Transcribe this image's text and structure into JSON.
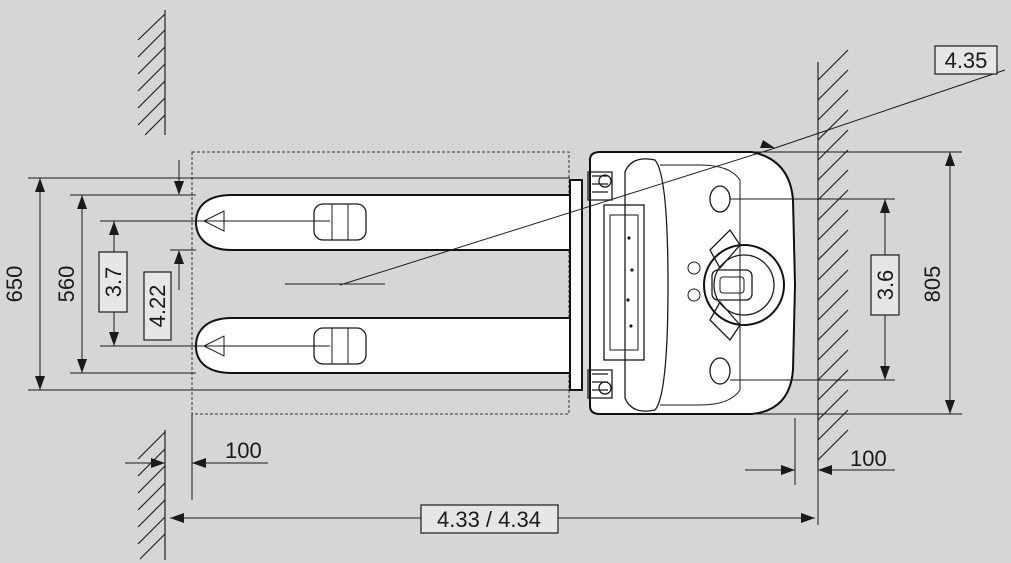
{
  "dimensions": {
    "overall_length": "4.33 / 4.34",
    "clearance_right": "100",
    "clearance_left": "100",
    "fork_outer_width": "650",
    "fork_inner_width": "560",
    "fork_spread_ref": "3.7",
    "fork_width_ref": "4.22",
    "chassis_ref": "3.6",
    "chassis_width": "805",
    "turning_radius_ref": "4.35"
  }
}
